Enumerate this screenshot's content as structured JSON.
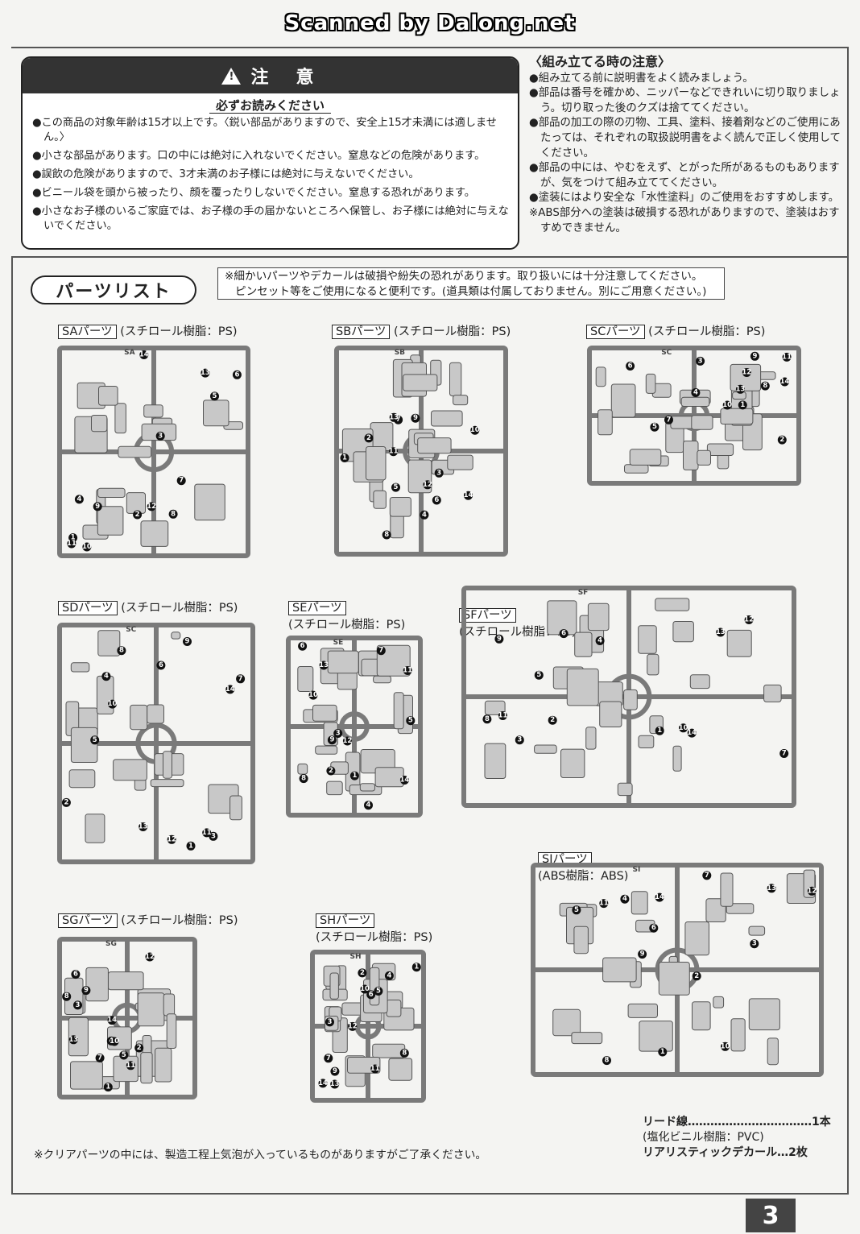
{
  "scanner_credit": "Scanned by Dalong.net",
  "caution": {
    "title": "注　意",
    "subtitle": "必ずお読みください",
    "items": [
      "この商品の対象年齢は15才以上です。〈鋭い部品がありますので、安全上15才未満には適しません。〉",
      "小さな部品があります。口の中には絶対に入れないでください。窒息などの危険があります。",
      "誤飲の危険がありますので、3才未満のお子様には絶対に与えないでください。",
      "ビニール袋を頭から被ったり、顔を覆ったりしないでください。窒息する恐れがあります。",
      "小さなお子様のいるご家庭では、お子様の手の届かないところへ保管し、お子様には絶対に与えないでください。"
    ]
  },
  "assembly_notes": {
    "title": "〈組み立てる時の注意〉",
    "items": [
      "組み立てる前に説明書をよく読みましょう。",
      "部品は番号を確かめ、ニッパーなどできれいに切り取りましょう。切り取った後のクズは捨ててください。",
      "部品の加工の際の刃物、工具、塗料、接着剤などのご使用にあたっては、それぞれの取扱説明書をよく読んで正しく使用してください。",
      "部品の中には、やむをえず、とがった所があるものもありますが、気をつけて組み立ててください。",
      "塗装にはより安全な「水性塗料」のご使用をおすすめします。"
    ],
    "remark": "ABS部分への塗装は破損する恐れがありますので、塗装はおすすめできません。"
  },
  "parts_list": {
    "title": "パーツリスト",
    "note_line1": "※細かいパーツやデカールは破損や紛失の恐れがあります。取り扱いには十分注意してください。",
    "note_line2": "ピンセット等をご使用になると便利です。(道具類は付属しておりません。別にご用意ください。)"
  },
  "runners": [
    {
      "id": "sa",
      "code": "SAパーツ",
      "material": "(スチロール樹脂：PS)",
      "marker": "SA"
    },
    {
      "id": "sb",
      "code": "SBパーツ",
      "material": "(スチロール樹脂：PS)",
      "marker": "SB"
    },
    {
      "id": "sc",
      "code": "SCパーツ",
      "material": "(スチロール樹脂：PS)",
      "marker": "SC"
    },
    {
      "id": "sd",
      "code": "SDパーツ",
      "material": "(スチロール樹脂：PS)",
      "marker": "SC"
    },
    {
      "id": "se",
      "code": "SEパーツ",
      "material": "(スチロール樹脂：PS)",
      "marker": "SE"
    },
    {
      "id": "sf",
      "code": "SFパーツ",
      "material": "(スチロール樹脂：PS)",
      "marker": "SF"
    },
    {
      "id": "sg",
      "code": "SGパーツ",
      "material": "(スチロール樹脂：PS)",
      "marker": "SG"
    },
    {
      "id": "sh",
      "code": "SHパーツ",
      "material": "(スチロール樹脂：PS)",
      "marker": "SH"
    },
    {
      "id": "si",
      "code": "SIパーツ",
      "material": "(ABS樹脂：ABS)",
      "marker": "SI"
    }
  ],
  "clear_parts_note": "※クリアパーツの中には、製造工程上気泡が入っているものがありますがご了承ください。",
  "accessories": [
    "リード線……………………………1本",
    "(塩化ビニル樹脂：PVC)",
    "リアリスティックデカール…2枚"
  ],
  "page_number": "3"
}
